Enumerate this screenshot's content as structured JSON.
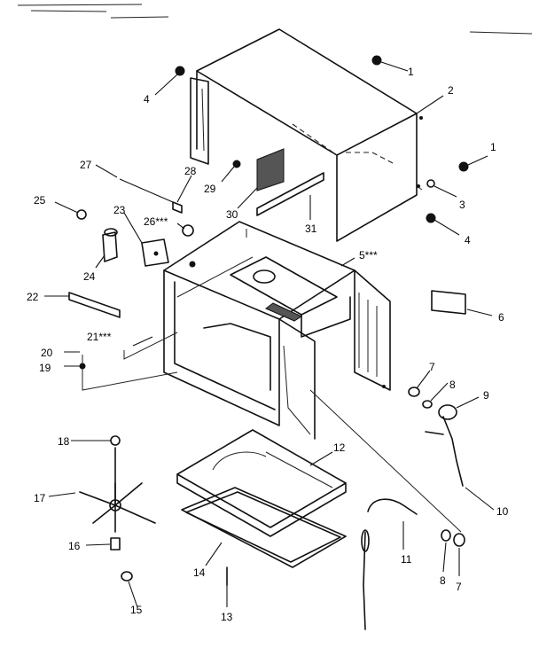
{
  "callouts": [
    {
      "id": "c1a",
      "text": "1"
    },
    {
      "id": "c2",
      "text": "2"
    },
    {
      "id": "c1b",
      "text": "1"
    },
    {
      "id": "c3",
      "text": "3"
    },
    {
      "id": "c4a",
      "text": "4"
    },
    {
      "id": "c4b",
      "text": "4"
    },
    {
      "id": "c5",
      "text": "5***"
    },
    {
      "id": "c6",
      "text": "6"
    },
    {
      "id": "c7a",
      "text": "7"
    },
    {
      "id": "c8a",
      "text": "8"
    },
    {
      "id": "c9",
      "text": "9"
    },
    {
      "id": "c10",
      "text": "10"
    },
    {
      "id": "c11",
      "text": "11"
    },
    {
      "id": "c8b",
      "text": "8"
    },
    {
      "id": "c7b",
      "text": "7"
    },
    {
      "id": "c12",
      "text": "12"
    },
    {
      "id": "c13",
      "text": "13"
    },
    {
      "id": "c14",
      "text": "14"
    },
    {
      "id": "c15",
      "text": "15"
    },
    {
      "id": "c16",
      "text": "16"
    },
    {
      "id": "c17",
      "text": "17"
    },
    {
      "id": "c18",
      "text": "18"
    },
    {
      "id": "c19",
      "text": "19"
    },
    {
      "id": "c20",
      "text": "20"
    },
    {
      "id": "c21",
      "text": "21***"
    },
    {
      "id": "c22",
      "text": "22"
    },
    {
      "id": "c23",
      "text": "23"
    },
    {
      "id": "c24",
      "text": "24"
    },
    {
      "id": "c25",
      "text": "25"
    },
    {
      "id": "c26",
      "text": "26***"
    },
    {
      "id": "c27",
      "text": "27"
    },
    {
      "id": "c28",
      "text": "28"
    },
    {
      "id": "c29",
      "text": "29"
    },
    {
      "id": "c30",
      "text": "30"
    },
    {
      "id": "c31",
      "text": "31"
    }
  ]
}
